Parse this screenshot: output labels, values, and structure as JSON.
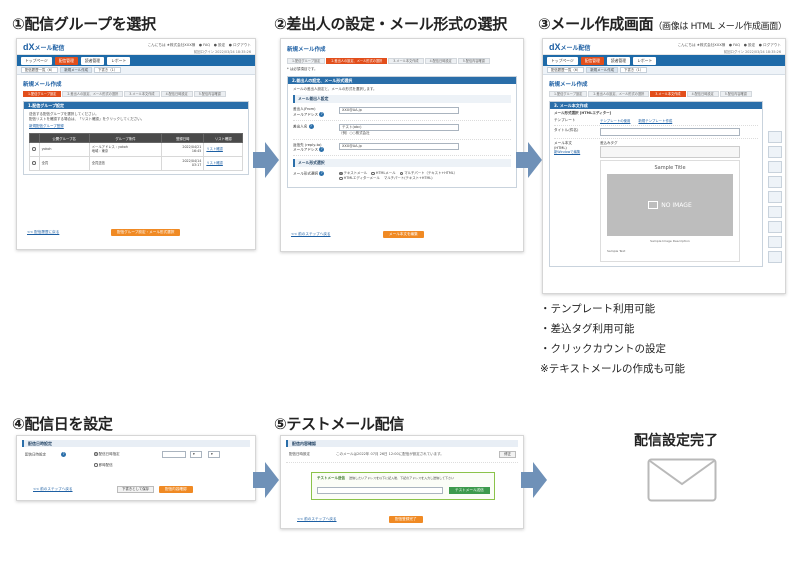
{
  "steps": {
    "s1": "①配信グループを選択",
    "s2": "②差出人の設定・メール形式の選択",
    "s3": "③メール作成画面",
    "s3_note": "（画像は HTML メール作成画面）",
    "s4": "④配信日を設定",
    "s5": "⑤テストメール配信"
  },
  "app": {
    "logo_main": "dX",
    "logo_sub": "メール配信",
    "header_links": "こんにちは ★株式会社XXX様　● FAQ　● 設定　● ログアウト",
    "header_sub": "前回ログイン 2022/03/24 18:35:26",
    "nav": [
      "トップページ",
      "配信管理",
      "読者管理",
      "レポート"
    ],
    "subnav": [
      "配信履歴一覧（6）",
      "新規メール作成",
      "下書き（1）"
    ],
    "page_title": "新規メール作成",
    "crumbs": [
      "1.配信グループ設定",
      "2.差出人の設定、メール形式の選択",
      "3.メール本文作成",
      "4.配信日時設定",
      "5.配信内容確認"
    ]
  },
  "shot1": {
    "panel_title": "1.配信グループ設定",
    "desc1": "送信する配信グループを選択してください。",
    "desc2": "配信リストを確認する場合は、「リスト確認」をクリックしてください。",
    "link_new": "新規配信グループ登録",
    "columns": [
      "",
      "公開グループ名",
      "グループ条件",
      "登録日時",
      "リスト確認"
    ],
    "rows": [
      {
        "name": "yokoh",
        "cond": "メールアドレス : yokoh\n地域 : 東京",
        "date": "2022/04/21\n16:45",
        "link": "リスト確認"
      },
      {
        "name": "全員",
        "cond": "全員送信",
        "date": "2022/04/14\n03:17",
        "link": "リスト確認"
      }
    ],
    "back": "<< 配信履歴に戻る",
    "next": "配信グループ設定・メール形式選択"
  },
  "shot2": {
    "heading": "新規メール作成",
    "note": "* は必須項目です。",
    "panel_title": "2.差出人の設定、メール形式選択",
    "desc": "メールの差出人設定と、メールの形式を選択します。",
    "sect_sender": "メール差出人設定",
    "from_label": "差出人(From)\nメールアドレス",
    "from_value": "XXX@AA.jp",
    "name_label": "差出人名",
    "name_value": "テスト(abc)",
    "name_hint": "（例）○○株式会社",
    "reply_label": "返信先 (reply-to)\nメールアドレス",
    "reply_value": "XXX@AA.jp",
    "sect_format": "メール形式選択",
    "format_label": "メール形式選択",
    "formats": [
      "テキストメール",
      "HTMLメール",
      "マルチパート（テキスト+HTML）",
      "HTMLエディターメール",
      "マルチパート(テキスト+HTML)"
    ],
    "back": "<< 前のステップへ戻る",
    "next": "メール本文を編集"
  },
  "shot3": {
    "heading": "新規メール作成",
    "panel_title": "3. メール本文作成",
    "form_label": "メール形式選択  [HTMLエディター]",
    "subject_label": "タイトル(件名)",
    "template_label": "テンプレート",
    "template_link": "テンプレートの使用",
    "template_link2": "新規テンプレート作成",
    "body_label": "メール本文\n(HTML)",
    "body_link": "新Windowで編集",
    "tag_label": "差込みタグ",
    "sample_title": "Sample Title",
    "no_image": "NO IMAGE",
    "caption": "Sample Image Description",
    "sample_text": "Sample Text"
  },
  "bullets": [
    "・テンプレート利用可能",
    "・差込タグ利用可能",
    "・クリックカウントの設定",
    "※テキストメールの作成も可能"
  ],
  "shot4": {
    "panel_title": "配信日時設定",
    "label": "配信日時設定",
    "opt_now": "配信日時指定",
    "opt_later": "即時配信",
    "back": "<< 前のステップへ戻る",
    "draft": "下書きとして保存",
    "next": "配信内容確認"
  },
  "shot5": {
    "panel_title": "配信内容確認",
    "label": "配信日時設定",
    "info": "このメールは2022年 07月 26日 12:00に配信が設定されています。",
    "edit": "修正",
    "box_title": "テストメール送信",
    "box_desc": "送信したいアドレスを以下に記入後、下記のアドレスを入力し送信して下さい",
    "box_btn": "テストメール送信",
    "back": "<< 前のステップへ戻る",
    "confirm": "配信登録完了"
  },
  "complete": "配信設定完了",
  "colors": {
    "blue": "#1e6aa8",
    "orange": "#f08a24",
    "red": "#e24e1b",
    "arrow": "#6f91b8"
  }
}
